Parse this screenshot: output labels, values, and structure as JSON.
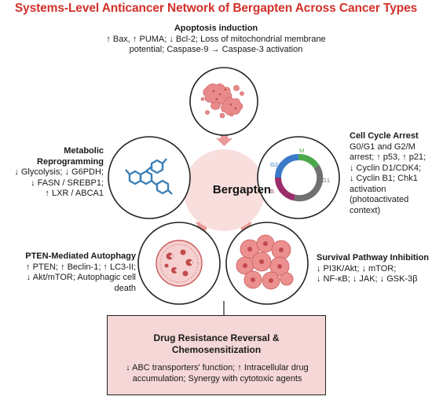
{
  "title": "Systems-Level Anticancer Network of Bergapten Across Cancer Types",
  "center_label": "Bergapten",
  "apoptosis": {
    "heading": "Apoptosis induction",
    "lines": [
      "↑ Bax, ↑ PUMA; ↓ Bcl-2; Loss of mitochondrial membrane",
      "potential; Caspase-9 → Caspase-3 activation"
    ]
  },
  "metabolic": {
    "heading_lines": [
      "Metabolic",
      "Reprogramming"
    ],
    "lines": [
      "↓ Glycolysis; ↓ G6PDH;",
      "↓ FASN / SREBP1;",
      "↑ LXR / ABCA1"
    ]
  },
  "cell_cycle": {
    "heading": "Cell Cycle Arrest",
    "lines": [
      "G0/G1 and G2/M",
      "arrest; ↑ p53, ↑ p21;",
      "↓ Cyclin D1/CDK4;",
      "↓ Cyclin B1; Chk1",
      "activation",
      "(photoactivated",
      "context)"
    ],
    "phase_labels": [
      "M",
      "G2",
      "S",
      "G1"
    ]
  },
  "autophagy": {
    "heading": "PTEN-Mediated Autophagy",
    "lines": [
      "↑ PTEN; ↑ Beclin-1; ↑ LC3-II;",
      "↓ Akt/mTOR; Autophagic cell",
      "death"
    ]
  },
  "survival": {
    "heading": "Survival Pathway Inhibition",
    "lines": [
      "↓ PI3K/Akt; ↓ mTOR;",
      "↓ NF-κB; ↓ JAK; ↓ GSK-3β"
    ]
  },
  "drug_resistance": {
    "heading_lines": [
      "Drug Resistance Reversal &",
      "Chemosensitization"
    ],
    "lines": [
      "↓ ABC transporters' function; ↑ Intracellular drug",
      "accumulation; Synergy with cytotoxic agents"
    ]
  },
  "colors": {
    "title": "#d2302a",
    "hub": "#f9dede",
    "arrow": "#e99a98",
    "box_fill": "#f4d7d6",
    "cell_pink": "#e88a8a",
    "molecule_blue": "#3a80b8",
    "phase_M": "#4aa84a",
    "phase_G2": "#3a7ac8",
    "phase_S": "#9a2d6a",
    "phase_G1": "#707070"
  },
  "icons": [
    "fragmented-cells-icon",
    "molecule-icon",
    "cell-cycle-ring-icon",
    "autophagy-cell-icon",
    "cell-cluster-icon"
  ]
}
